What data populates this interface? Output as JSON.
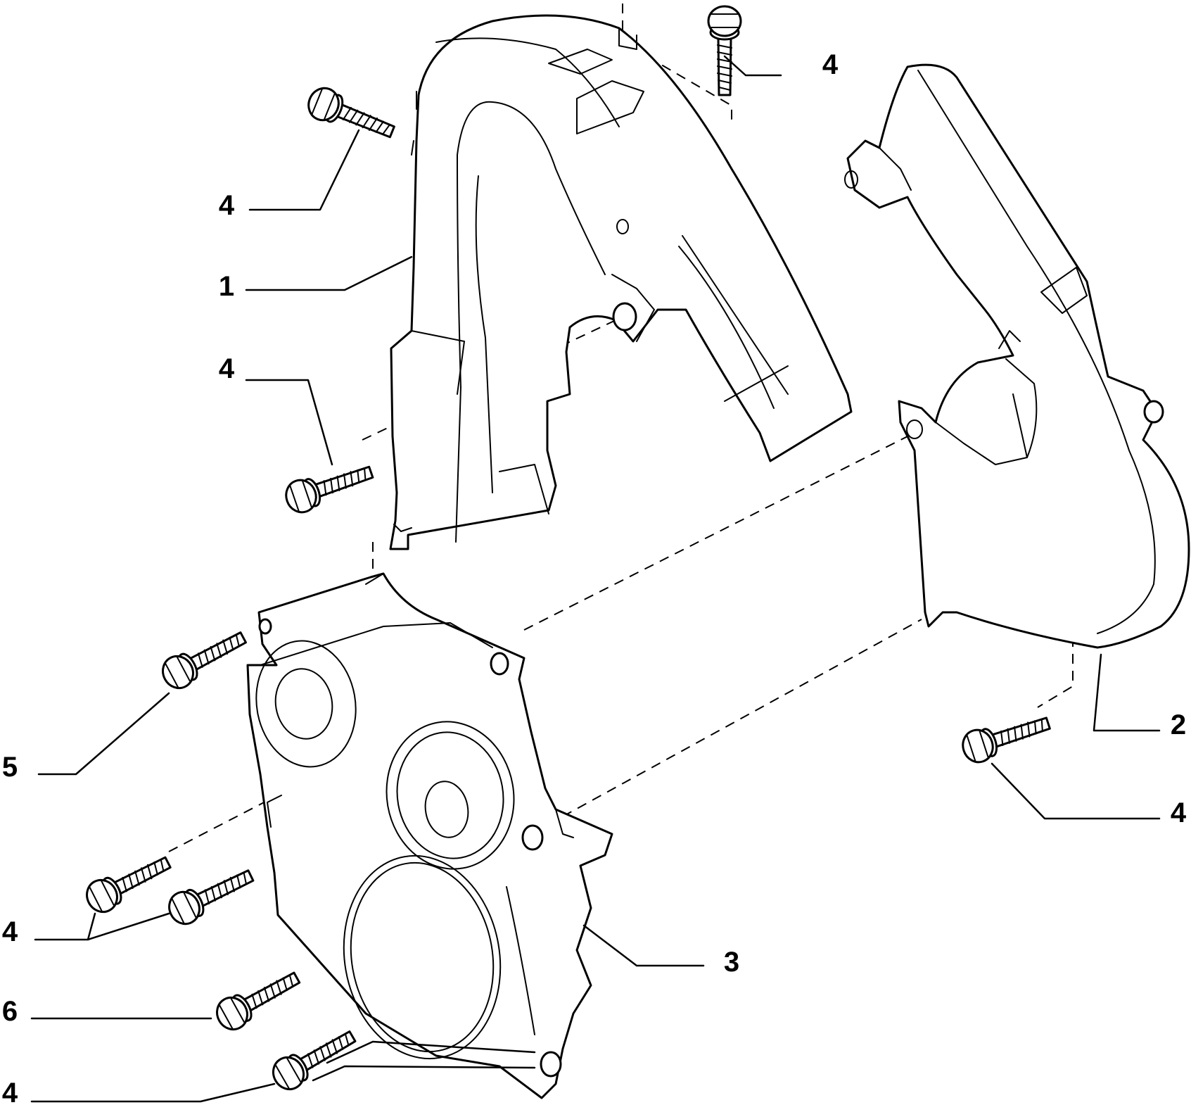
{
  "callouts": {
    "c1": "1",
    "c2": "2",
    "c3": "3",
    "c4_top_right": "4",
    "c4_upper_left": "4",
    "c4_mid_left": "4",
    "c4_right": "4",
    "c4_lower_left": "4",
    "c4_bottom_left": "4",
    "c5": "5",
    "c6": "6"
  },
  "colors": {
    "line": "#000000",
    "background": "#ffffff"
  }
}
